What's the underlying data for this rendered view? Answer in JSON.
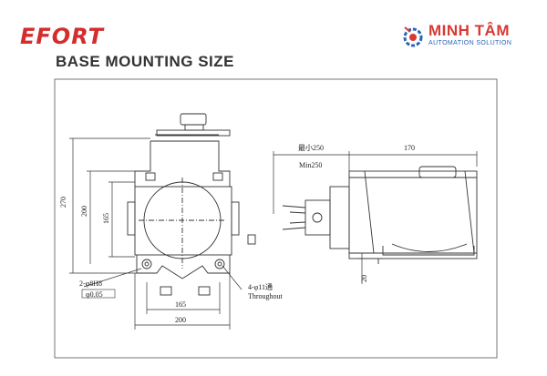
{
  "header": {
    "brand": "EFORT",
    "heading": "BASE MOUNTING SIZE",
    "logo_name": "MINH TÂM",
    "logo_subtitle": "AUTOMATION SOLUTION"
  },
  "colors": {
    "brand_red": "#d42d2d",
    "logo_red": "#d73a33",
    "logo_blue": "#2a63b5",
    "line": "#333333"
  },
  "front_view": {
    "dim_total_height": "270",
    "dim_mid_height": "200",
    "dim_inner_height": "165",
    "dim_inner_width": "165",
    "dim_total_width": "200",
    "callout_pin_1": "2-φ8H8",
    "callout_pin_2": "φ0.05",
    "callout_hole_1": "4-φ11通",
    "callout_hole_2": "Throughout"
  },
  "side_view": {
    "dim_min_cn": "最小250",
    "dim_min_en": "Min250",
    "dim_depth": "170",
    "dim_base": "20"
  }
}
